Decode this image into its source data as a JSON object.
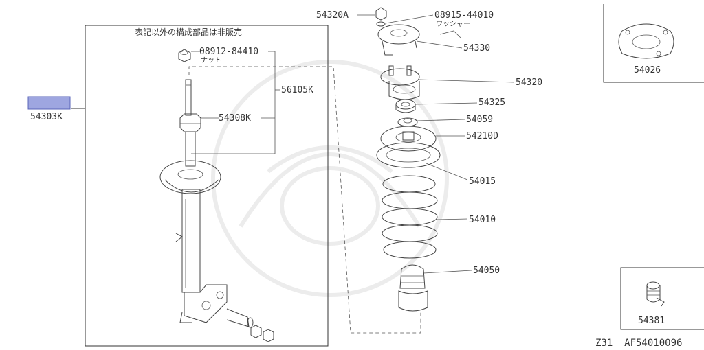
{
  "diagram": {
    "header_note": "表記以外の構成部品は非販売",
    "footer_code": "Z31  AF54010096",
    "highlight_color": "#9ea6e0"
  },
  "parts": {
    "strut_assembly": "54303K",
    "nut_part": "08912-84410",
    "nut_label": "ナット",
    "kit": "56105K",
    "piston_rod_nut": "54308K",
    "top_nut": "54320A",
    "washer_part": "08915-44010",
    "washer_label": "ワッシャー",
    "mount_plate": "54330",
    "mount": "54320",
    "bushing": "54325",
    "collar": "54059",
    "bearing": "54210D",
    "seat": "54015",
    "spring": "54010",
    "bound_bumper": "54050",
    "insulator": "54026",
    "stopper": "54381"
  }
}
